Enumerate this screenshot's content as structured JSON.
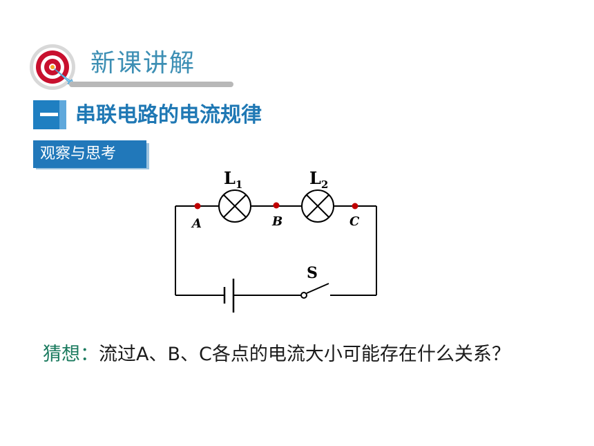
{
  "header": {
    "title": "新课讲解"
  },
  "section": {
    "title": "串联电路的电流规律"
  },
  "observe": {
    "label": "观察与思考"
  },
  "circuit": {
    "lamp1": {
      "name": "L",
      "sub": "1"
    },
    "lamp2": {
      "name": "L",
      "sub": "2"
    },
    "point_a": "A",
    "point_b": "B",
    "point_c": "C",
    "switch": "S"
  },
  "question": {
    "label": "猜想：",
    "text": "流过A、B、C各点的电流大小可能存在什么关系？"
  },
  "colors": {
    "accent": "#1f78b4",
    "title": "#3d8fb4",
    "point": "#c00000",
    "question_label": "#1a7a5e"
  }
}
